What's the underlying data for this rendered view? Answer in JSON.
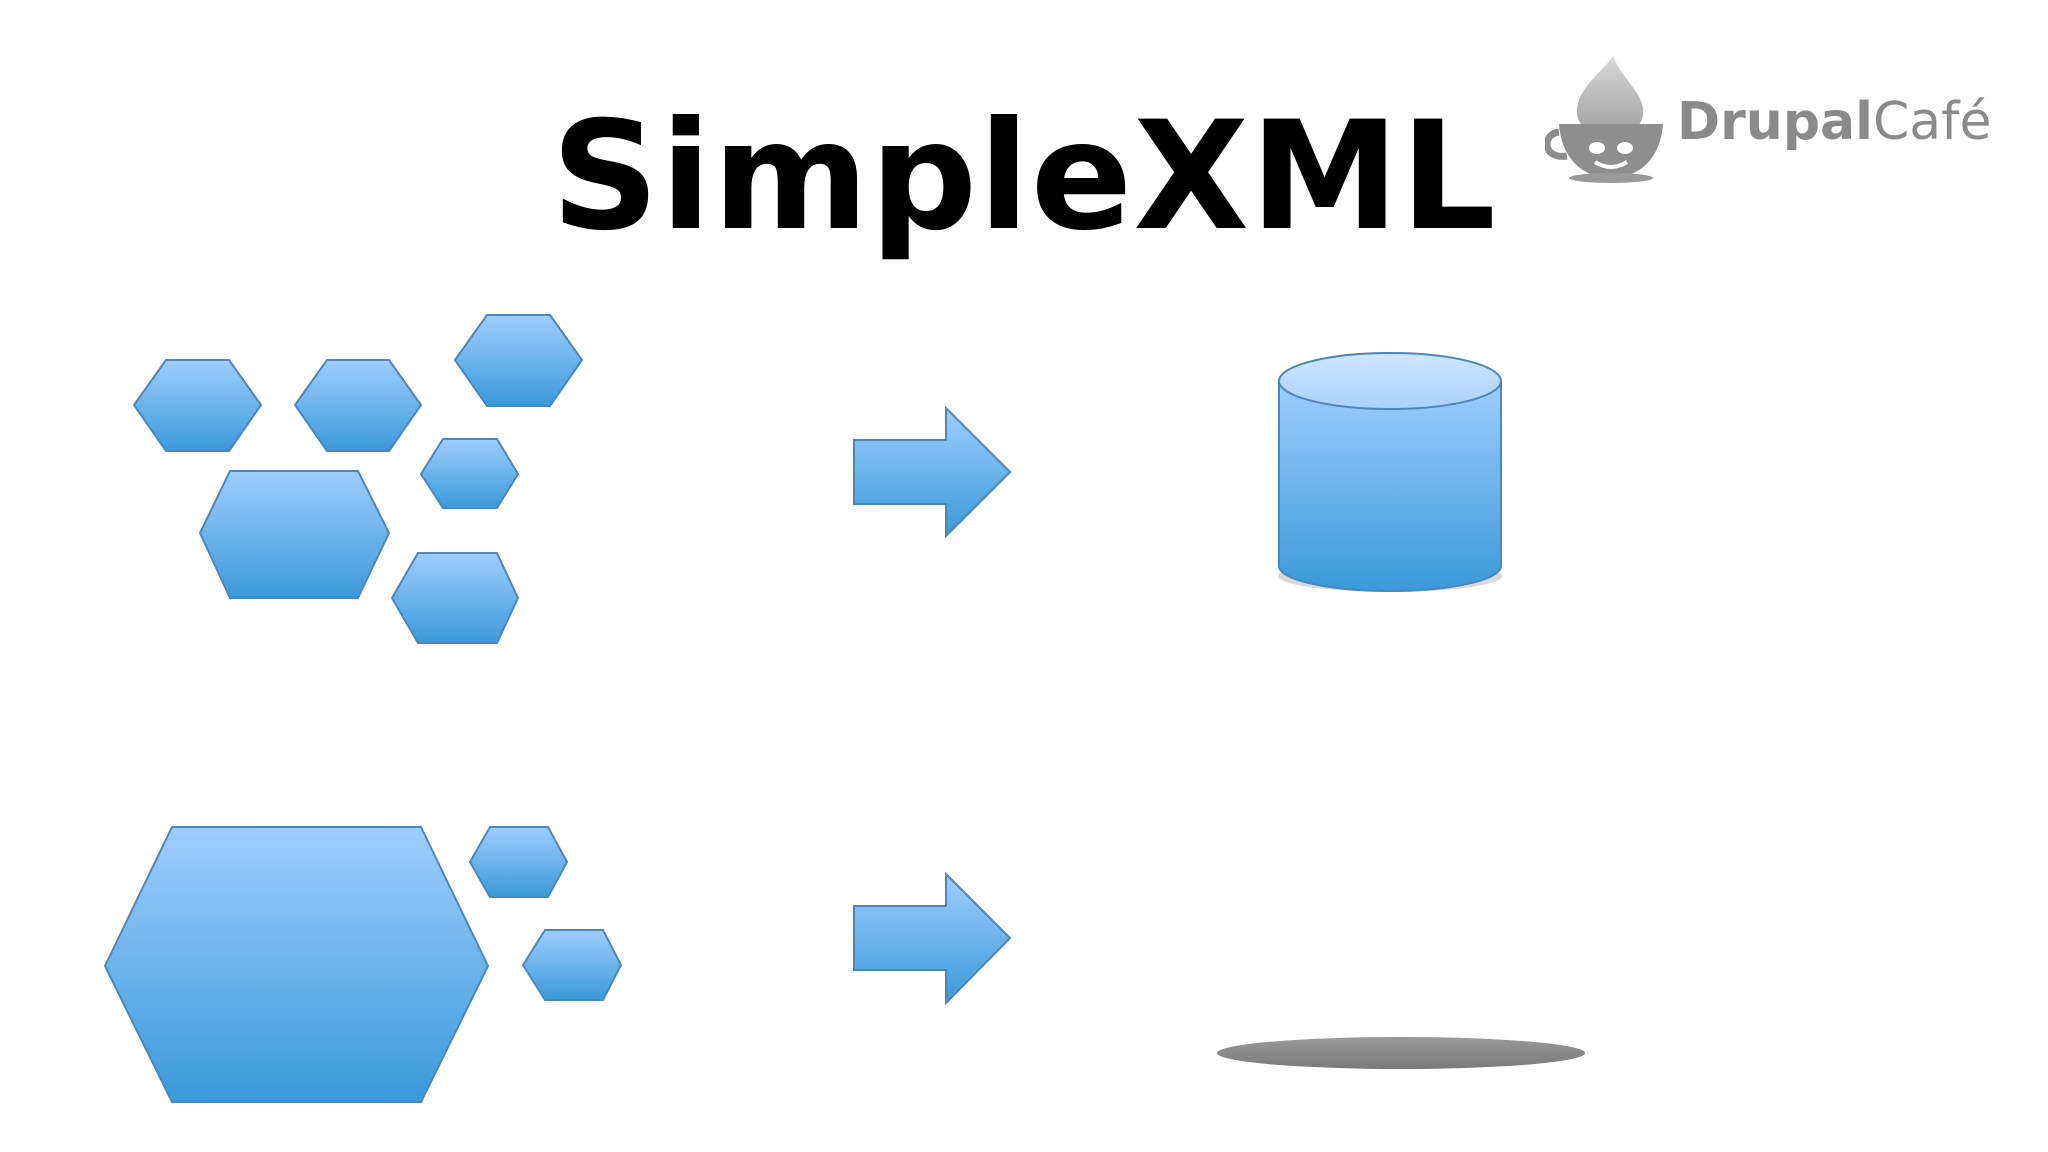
{
  "slide": {
    "title": "SimpleXML"
  },
  "logo": {
    "name_bold": "Drupal",
    "name_light": "Café",
    "icon": "drupal-cup-icon"
  },
  "colors": {
    "shape_top": "#9fcdff",
    "shape_bottom": "#3a9ad9",
    "shape_stroke": "#4d86b8",
    "shadow": "#8c8c8c",
    "logo_gray": "#8a8a8a"
  },
  "diagram": {
    "rows": [
      {
        "input": "many-small-hexagons",
        "hexagon_count": 6,
        "arrow": "right-arrow-icon",
        "output": "database-cylinder-icon"
      },
      {
        "input": "one-large-hexagon-two-small",
        "hexagon_count": 3,
        "arrow": "right-arrow-icon",
        "output": "flat-shadow-ellipse"
      }
    ]
  }
}
